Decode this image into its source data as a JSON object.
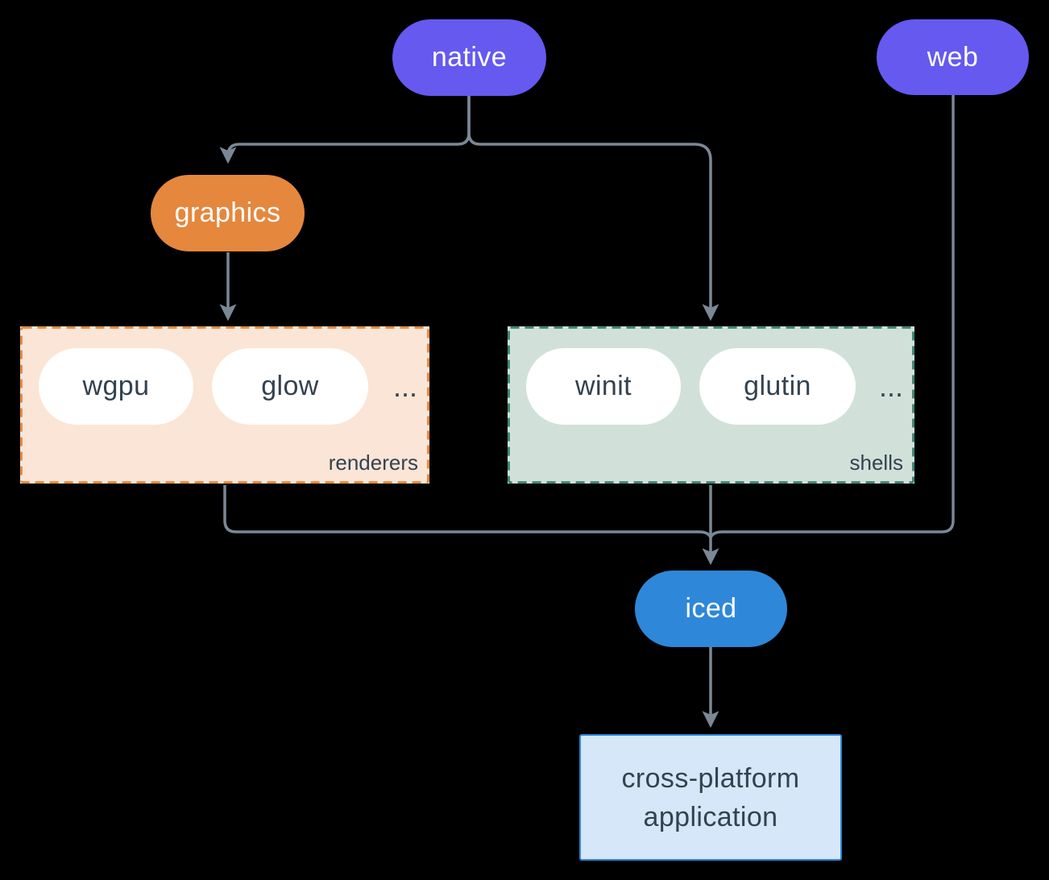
{
  "diagram": {
    "background_color": "#000000",
    "edge_color": "#7a8896",
    "nodes": {
      "native": {
        "label": "native",
        "fill": "#6559f0",
        "text_color": "#ffffff"
      },
      "web": {
        "label": "web",
        "fill": "#6559f0",
        "text_color": "#ffffff"
      },
      "graphics": {
        "label": "graphics",
        "fill": "#e5873d",
        "text_color": "#ffffff"
      },
      "iced": {
        "label": "iced",
        "fill": "#2e87d8",
        "text_color": "#ffffff"
      },
      "application": {
        "label_line1": "cross-platform",
        "label_line2": "application",
        "fill": "#d5e7f8",
        "border_color": "#2e86d8",
        "text_color": "#33424f"
      }
    },
    "groups": {
      "renderers": {
        "label": "renderers",
        "fill": "#fae5d6",
        "border_color": "#e5802e",
        "item_text_color": "#33424f",
        "items": [
          {
            "label": "wgpu"
          },
          {
            "label": "glow"
          }
        ],
        "ellipsis": "..."
      },
      "shells": {
        "label": "shells",
        "fill": "#d1e1da",
        "border_color": "#2e7d6d",
        "item_text_color": "#33424f",
        "items": [
          {
            "label": "winit"
          },
          {
            "label": "glutin"
          }
        ],
        "ellipsis": "..."
      }
    },
    "edges": [
      {
        "from": "native",
        "to": "graphics"
      },
      {
        "from": "native",
        "to": "shells"
      },
      {
        "from": "graphics",
        "to": "renderers"
      },
      {
        "from": "renderers",
        "to": "iced"
      },
      {
        "from": "shells",
        "to": "iced"
      },
      {
        "from": "web",
        "to": "iced"
      },
      {
        "from": "iced",
        "to": "application"
      }
    ]
  }
}
